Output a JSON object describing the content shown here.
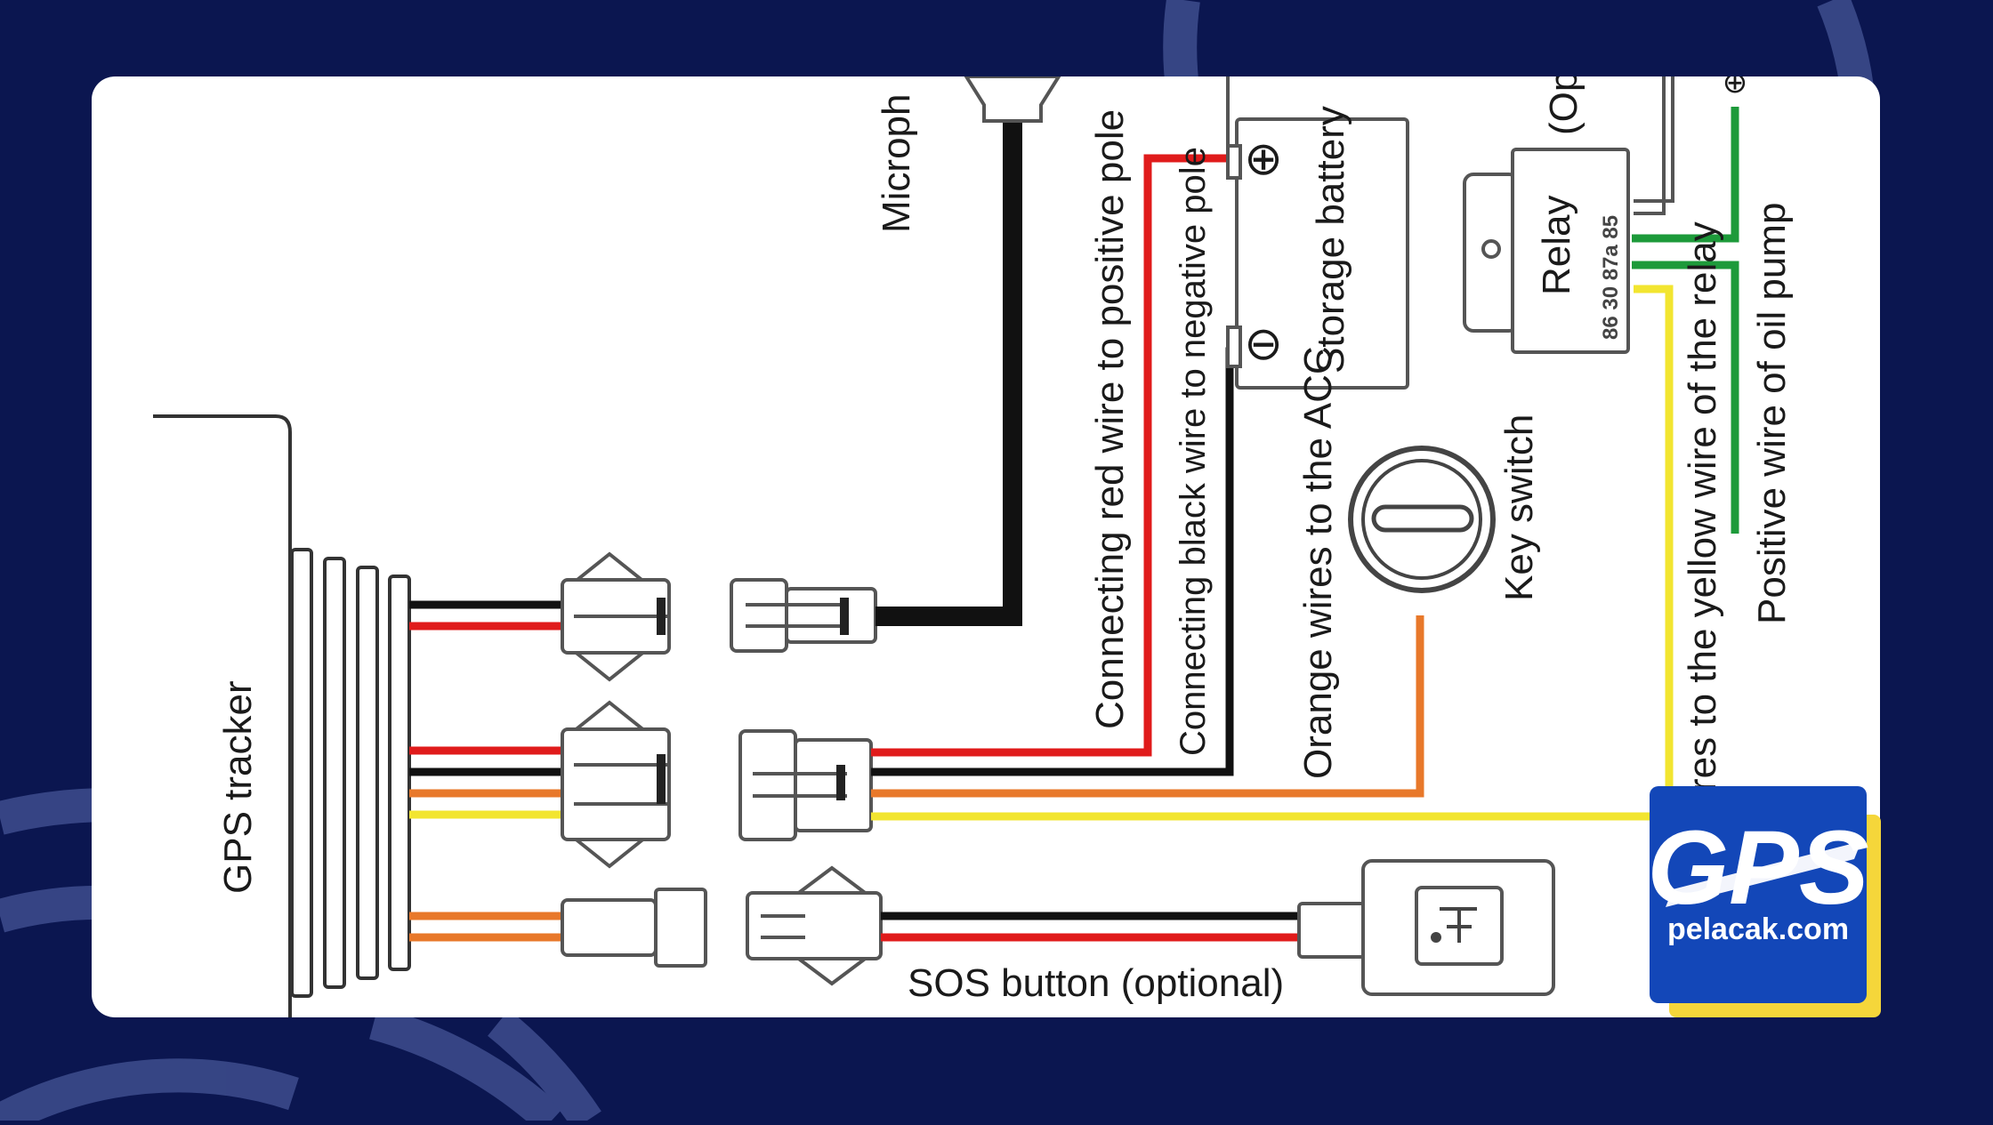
{
  "labels": {
    "gps_tracker": "GPS tracker",
    "microphone": "Microph",
    "red_wire": "Connecting red wire to positive pole",
    "black_wire": "Connecting black wire to negative pole",
    "storage_battery": "Storage battery",
    "orange_wires": "Orange wires to the ACC",
    "key_switch": "Key switch",
    "relay": "Relay",
    "relay_optional": "(Opt",
    "relay_pins": "86 30 87a 85",
    "yellow_wires": "res to the yellow wire of the relay",
    "oil_pump": "Positive wire of oil pump",
    "sos_button": "SOS button (optional)",
    "battery_plus": "⊕",
    "battery_minus": "⊖"
  },
  "logo": {
    "brand": "GPS",
    "domain": "pelacak.com"
  },
  "colors": {
    "background": "#0b1650",
    "panel": "#ffffff",
    "wire_red": "#e01b1b",
    "wire_black": "#111111",
    "wire_orange": "#e8782a",
    "wire_yellow": "#f2e530",
    "wire_green": "#1d9a3a",
    "logo_blue": "#1347b8",
    "logo_accent": "#f5d63a"
  }
}
